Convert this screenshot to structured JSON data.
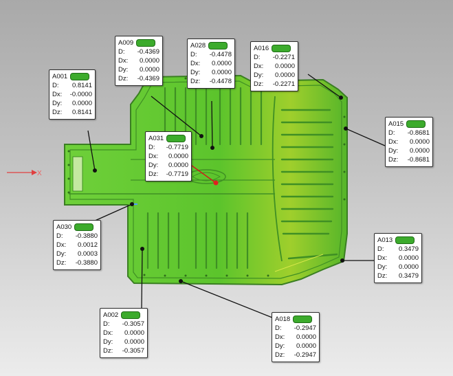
{
  "axis_label": "X",
  "colors": {
    "part_green": "#5fc92e",
    "part_dark": "#3f8f24",
    "badge_green": "#3cab2c",
    "marker_red": "#e02020",
    "leader": "#111111"
  },
  "callouts": [
    {
      "id": "A001",
      "rows": [
        {
          "k": "D:",
          "v": "0.8141"
        },
        {
          "k": "Dx:",
          "v": "-0.0000"
        },
        {
          "k": "Dy:",
          "v": "0.0000"
        },
        {
          "k": "Dz:",
          "v": "0.8141"
        }
      ]
    },
    {
      "id": "A009",
      "rows": [
        {
          "k": "D:",
          "v": "-0.4369"
        },
        {
          "k": "Dx:",
          "v": "0.0000"
        },
        {
          "k": "Dy:",
          "v": "0.0000"
        },
        {
          "k": "Dz:",
          "v": "-0.4369"
        }
      ]
    },
    {
      "id": "A028",
      "rows": [
        {
          "k": "D:",
          "v": "-0.4478"
        },
        {
          "k": "Dx:",
          "v": "0.0000"
        },
        {
          "k": "Dy:",
          "v": "0.0000"
        },
        {
          "k": "Dz:",
          "v": "-0.4478"
        }
      ]
    },
    {
      "id": "A016",
      "rows": [
        {
          "k": "D:",
          "v": "-0.2271"
        },
        {
          "k": "Dx:",
          "v": "0.0000"
        },
        {
          "k": "Dy:",
          "v": "0.0000"
        },
        {
          "k": "Dz:",
          "v": "-0.2271"
        }
      ]
    },
    {
      "id": "A015",
      "rows": [
        {
          "k": "D:",
          "v": "-0.8681"
        },
        {
          "k": "Dx:",
          "v": "0.0000"
        },
        {
          "k": "Dy:",
          "v": "0.0000"
        },
        {
          "k": "Dz:",
          "v": "-0.8681"
        }
      ]
    },
    {
      "id": "A031",
      "rows": [
        {
          "k": "D:",
          "v": "-0.7719"
        },
        {
          "k": "Dx:",
          "v": "0.0000"
        },
        {
          "k": "Dy:",
          "v": "0.0000"
        },
        {
          "k": "Dz:",
          "v": "-0.7719"
        }
      ]
    },
    {
      "id": "A030",
      "rows": [
        {
          "k": "D:",
          "v": "-0.3880"
        },
        {
          "k": "Dx:",
          "v": "0.0012"
        },
        {
          "k": "Dy:",
          "v": "0.0003"
        },
        {
          "k": "Dz:",
          "v": "-0.3880"
        }
      ]
    },
    {
      "id": "A013",
      "rows": [
        {
          "k": "D:",
          "v": "0.3479"
        },
        {
          "k": "Dx:",
          "v": "0.0000"
        },
        {
          "k": "Dy:",
          "v": "0.0000"
        },
        {
          "k": "Dz:",
          "v": "0.3479"
        }
      ]
    },
    {
      "id": "A002",
      "rows": [
        {
          "k": "D:",
          "v": "-0.3057"
        },
        {
          "k": "Dx:",
          "v": "0.0000"
        },
        {
          "k": "Dy:",
          "v": "0.0000"
        },
        {
          "k": "Dz:",
          "v": "-0.3057"
        }
      ]
    },
    {
      "id": "A018",
      "rows": [
        {
          "k": "D:",
          "v": "-0.2947"
        },
        {
          "k": "Dx:",
          "v": "0.0000"
        },
        {
          "k": "Dy:",
          "v": "0.0000"
        },
        {
          "k": "Dz:",
          "v": "-0.2947"
        }
      ]
    }
  ]
}
